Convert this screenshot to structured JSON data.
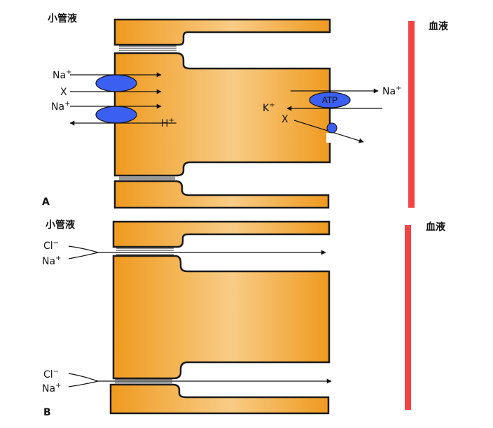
{
  "panel_a": {
    "letter": "A",
    "tubule_label": "小管液",
    "blood_label": "血液",
    "apical_labels": [
      {
        "base": "Na",
        "sup": "+"
      },
      {
        "base": "X",
        "sup": ""
      },
      {
        "base": "Na",
        "sup": "+"
      },
      {
        "base": "H",
        "sup": "+"
      }
    ],
    "basolateral_labels": [
      {
        "base": "Na",
        "sup": "+"
      },
      {
        "base": "K",
        "sup": "+"
      },
      {
        "base": "X",
        "sup": ""
      }
    ],
    "pump_label": "ATP"
  },
  "panel_b": {
    "letter": "B",
    "tubule_label": "小管液",
    "blood_label": "血液",
    "paracellular_labels": [
      {
        "base": "Cl",
        "sup": "−"
      },
      {
        "base": "Na",
        "sup": "+"
      },
      {
        "base": "Cl",
        "sup": "−"
      },
      {
        "base": "Na",
        "sup": "+"
      }
    ]
  },
  "colors": {
    "cell_dark": "#ef9a1f",
    "cell_light": "#f8cc86",
    "transporter": "#3b5ff0",
    "blood_bar": "#f24444"
  }
}
